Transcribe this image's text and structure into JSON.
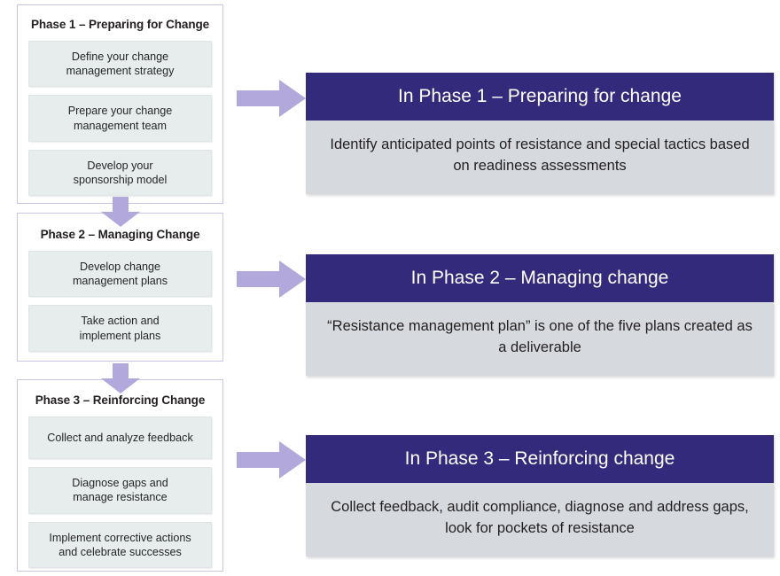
{
  "colors": {
    "header_indigo": "#342a7c",
    "body_gray": "#d6dade",
    "arrow_lavender": "#b2a8dc",
    "panel_border": "#c9c3e4",
    "step_box_fill": "#e7ecec",
    "text_dark": "#231f20",
    "text_light": "#ffffff"
  },
  "left_column": {
    "panels": [
      {
        "title": "Phase 1 – Preparing for Change",
        "steps": [
          "Define your change\nmanagement strategy",
          "Prepare your change\nmanagement team",
          "Develop your\nsponsorship model"
        ]
      },
      {
        "title": "Phase 2 – Managing Change",
        "steps": [
          "Develop change\nmanagement plans",
          "Take action and\nimplement plans"
        ]
      },
      {
        "title": "Phase 3 – Reinforcing Change",
        "steps": [
          "Collect and analyze feedback",
          "Diagnose gaps and\nmanage resistance",
          "Implement corrective actions\nand celebrate successes"
        ]
      }
    ],
    "connector_icons": [
      "down-arrow-icon",
      "down-arrow-icon"
    ]
  },
  "right_column": {
    "callouts": [
      {
        "header": "In Phase 1 – Preparing for change",
        "body": "Identify anticipated points of resistance and special tactics based on readiness assessments",
        "arrow_icon": "right-arrow-icon"
      },
      {
        "header": "In Phase 2 – Managing change",
        "body": "“Resistance management plan” is one of the five plans created as a deliverable",
        "arrow_icon": "right-arrow-icon"
      },
      {
        "header": "In Phase 3 – Reinforcing change",
        "body": "Collect feedback, audit compliance, diagnose and address gaps, look for pockets of resistance",
        "arrow_icon": "right-arrow-icon"
      }
    ]
  }
}
